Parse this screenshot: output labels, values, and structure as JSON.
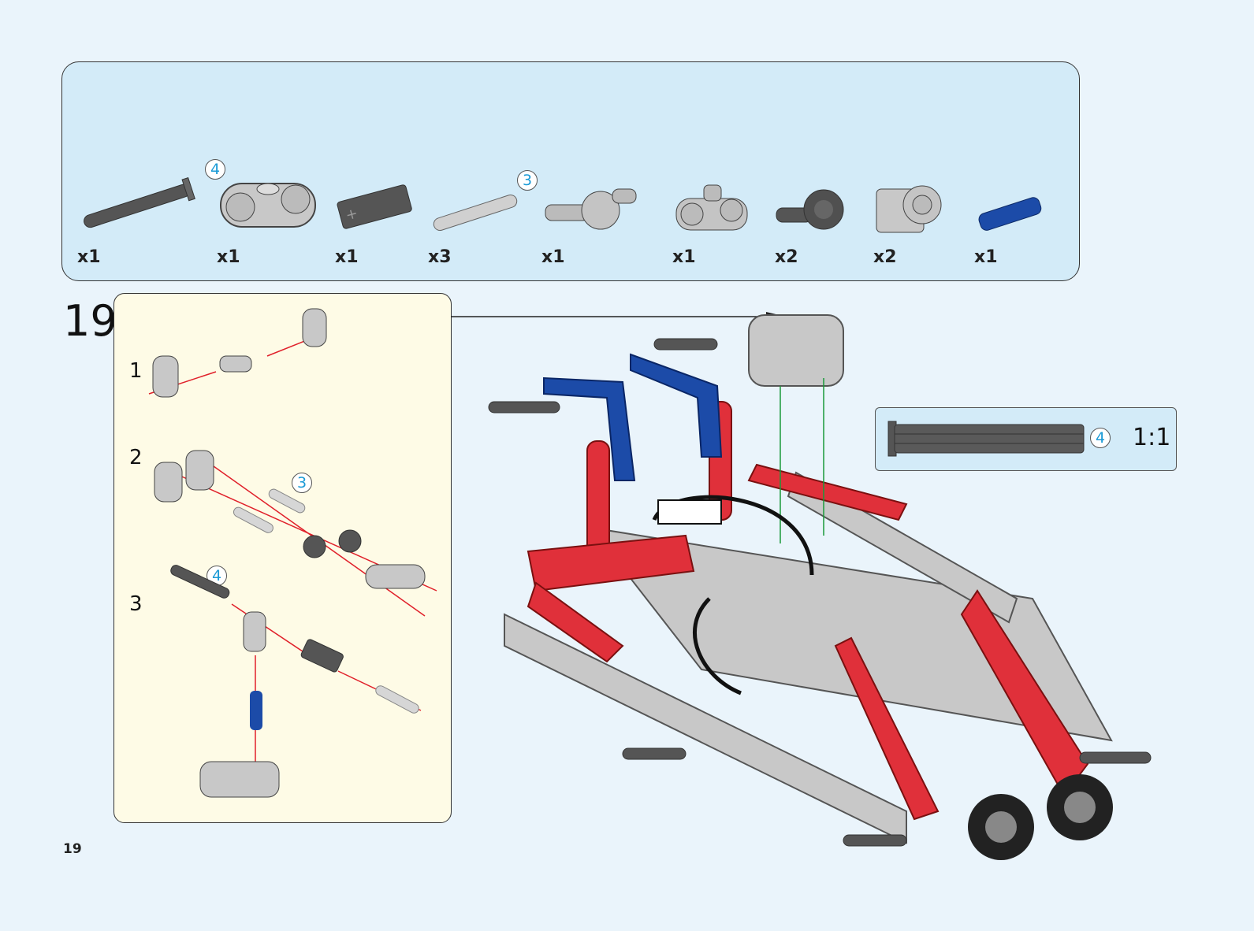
{
  "parts_list": {
    "items": [
      {
        "name": "axle-4",
        "count": "x1",
        "size_badge": "4"
      },
      {
        "name": "cross-connector",
        "count": "x1"
      },
      {
        "name": "axle-connector",
        "count": "x1"
      },
      {
        "name": "axle-3",
        "count": "x3",
        "size_badge": "3"
      },
      {
        "name": "pin-connector",
        "count": "x1"
      },
      {
        "name": "cross-block",
        "count": "x1"
      },
      {
        "name": "angle-pin",
        "count": "x2"
      },
      {
        "name": "perpendicular-connector",
        "count": "x2"
      },
      {
        "name": "blue-pin",
        "count": "x1"
      }
    ]
  },
  "step": {
    "number": "19",
    "sub_steps": [
      "1",
      "2",
      "3"
    ],
    "badges": {
      "sub2": "3",
      "sub3": "4"
    }
  },
  "scale_reference": {
    "badge": "4",
    "ratio": "1:1"
  },
  "page_number": "19",
  "colors": {
    "background": "#eaf4fb",
    "parts_panel": "#d3ebf8",
    "substep_panel": "#fefbe6",
    "badge_text": "#1a9ad6",
    "arrow_red": "#e0202a",
    "arrow_green": "#1a9a3a"
  }
}
